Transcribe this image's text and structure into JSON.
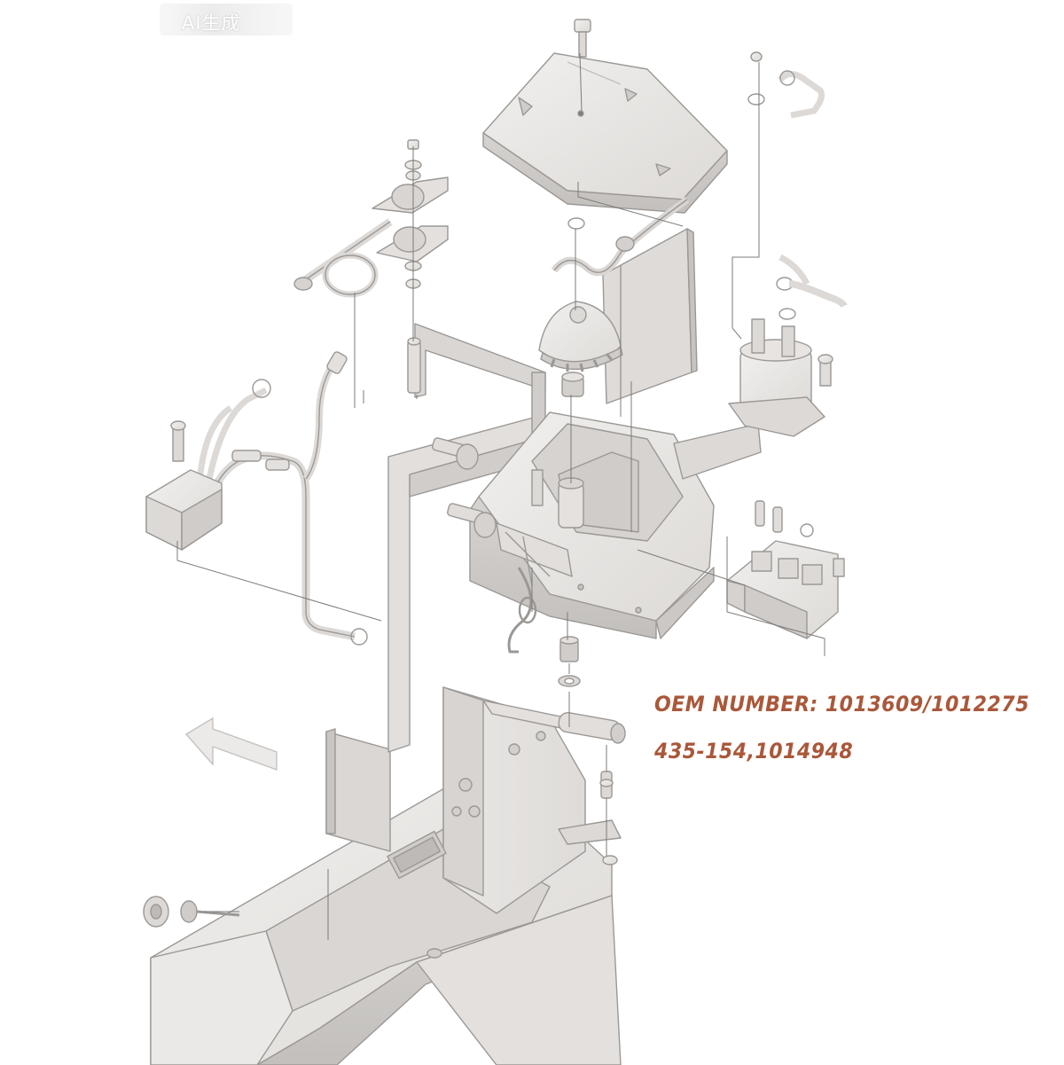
{
  "watermark": "AI生成",
  "oem": {
    "line1": "OEM NUMBER: 1013609/1012275",
    "line2": "435-154,1014948"
  },
  "colors": {
    "oem_text": "#a9583a",
    "part_fill": "#e8e6e4",
    "part_shadow": "#c7c4c1",
    "part_stroke": "#9b9895",
    "leader_line": "#7d7b79",
    "background": "#ffffff"
  }
}
